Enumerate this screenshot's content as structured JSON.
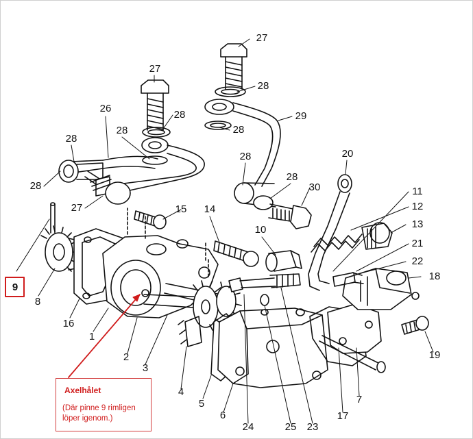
{
  "labels": {
    "n1": "1",
    "n2": "2",
    "n3": "3",
    "n4": "4",
    "n5": "5",
    "n6": "6",
    "n7": "7",
    "n8": "8",
    "n9": "9",
    "n10": "10",
    "n11": "11",
    "n12": "12",
    "n13": "13",
    "n14": "14",
    "n15": "15",
    "n16": "16",
    "n17": "17",
    "n18": "18",
    "n19": "19",
    "n20": "20",
    "n21": "21",
    "n22": "22",
    "n23": "23",
    "n24": "24",
    "n25": "25",
    "n26": "26",
    "n27": "27",
    "n28": "28",
    "n29": "29",
    "n30": "30"
  },
  "annotation": {
    "title": "Axelhålet",
    "text": "(Där pinne 9  rimligen löper igenom.)"
  },
  "colors": {
    "ink": "#111111",
    "highlight": "#d01c1c"
  }
}
